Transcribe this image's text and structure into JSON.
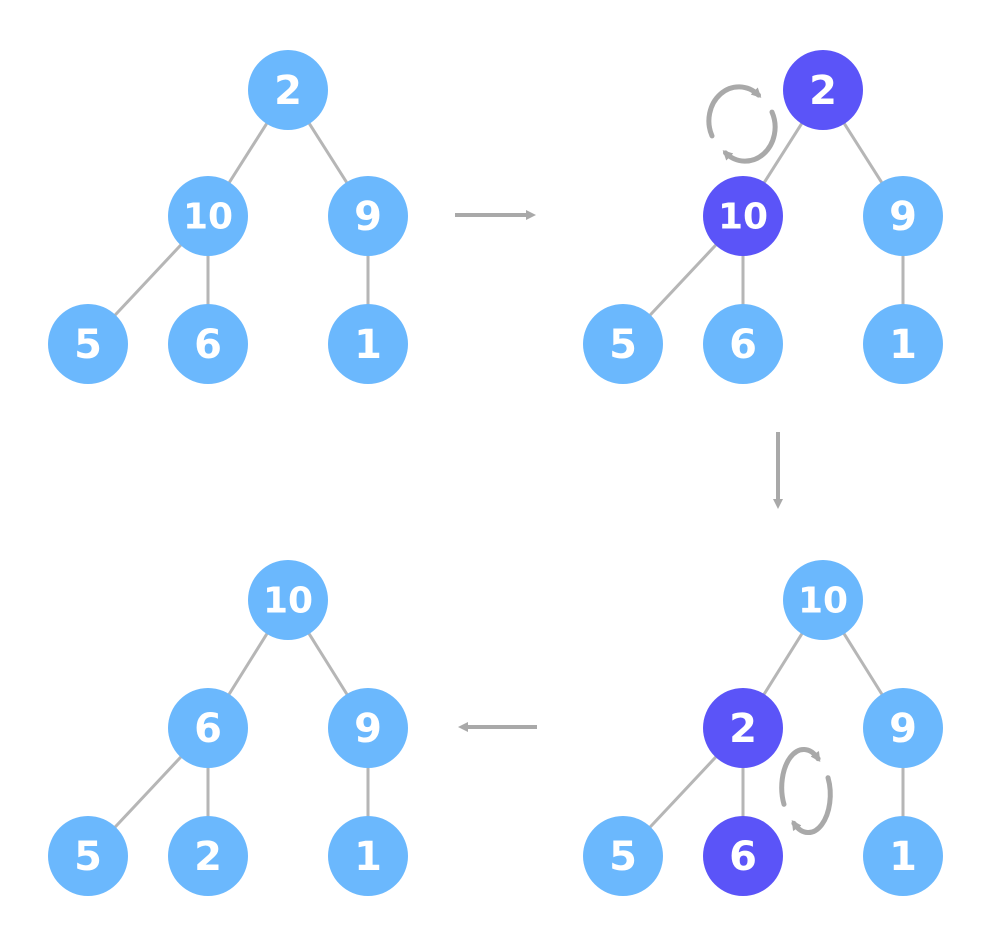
{
  "colors": {
    "node": "#6bb8fd",
    "highlight": "#5b54f8",
    "edge": "#b6b6b6",
    "arrow": "#a9a9a9",
    "text": "#ffffff"
  },
  "trees": [
    {
      "id": "step-1",
      "nodes": [
        {
          "label": "2",
          "highlight": false
        },
        {
          "label": "10",
          "highlight": false
        },
        {
          "label": "9",
          "highlight": false
        },
        {
          "label": "5",
          "highlight": false
        },
        {
          "label": "6",
          "highlight": false
        },
        {
          "label": "1",
          "highlight": false
        }
      ]
    },
    {
      "id": "step-2",
      "nodes": [
        {
          "label": "2",
          "highlight": true
        },
        {
          "label": "10",
          "highlight": true
        },
        {
          "label": "9",
          "highlight": false
        },
        {
          "label": "5",
          "highlight": false
        },
        {
          "label": "6",
          "highlight": false
        },
        {
          "label": "1",
          "highlight": false
        }
      ]
    },
    {
      "id": "step-3",
      "nodes": [
        {
          "label": "10",
          "highlight": false
        },
        {
          "label": "2",
          "highlight": true
        },
        {
          "label": "9",
          "highlight": false
        },
        {
          "label": "5",
          "highlight": false
        },
        {
          "label": "6",
          "highlight": true
        },
        {
          "label": "1",
          "highlight": false
        }
      ]
    },
    {
      "id": "step-4",
      "nodes": [
        {
          "label": "10",
          "highlight": false
        },
        {
          "label": "6",
          "highlight": false
        },
        {
          "label": "9",
          "highlight": false
        },
        {
          "label": "5",
          "highlight": false
        },
        {
          "label": "2",
          "highlight": false
        },
        {
          "label": "1",
          "highlight": false
        }
      ]
    }
  ],
  "edges": [
    [
      0,
      1
    ],
    [
      0,
      2
    ],
    [
      1,
      3
    ],
    [
      1,
      4
    ],
    [
      2,
      5
    ]
  ],
  "transitions": [
    "right",
    "down",
    "left"
  ],
  "swaps": [
    {
      "tree": "step-2",
      "between": [
        0,
        1
      ]
    },
    {
      "tree": "step-3",
      "between": [
        1,
        4
      ]
    }
  ]
}
